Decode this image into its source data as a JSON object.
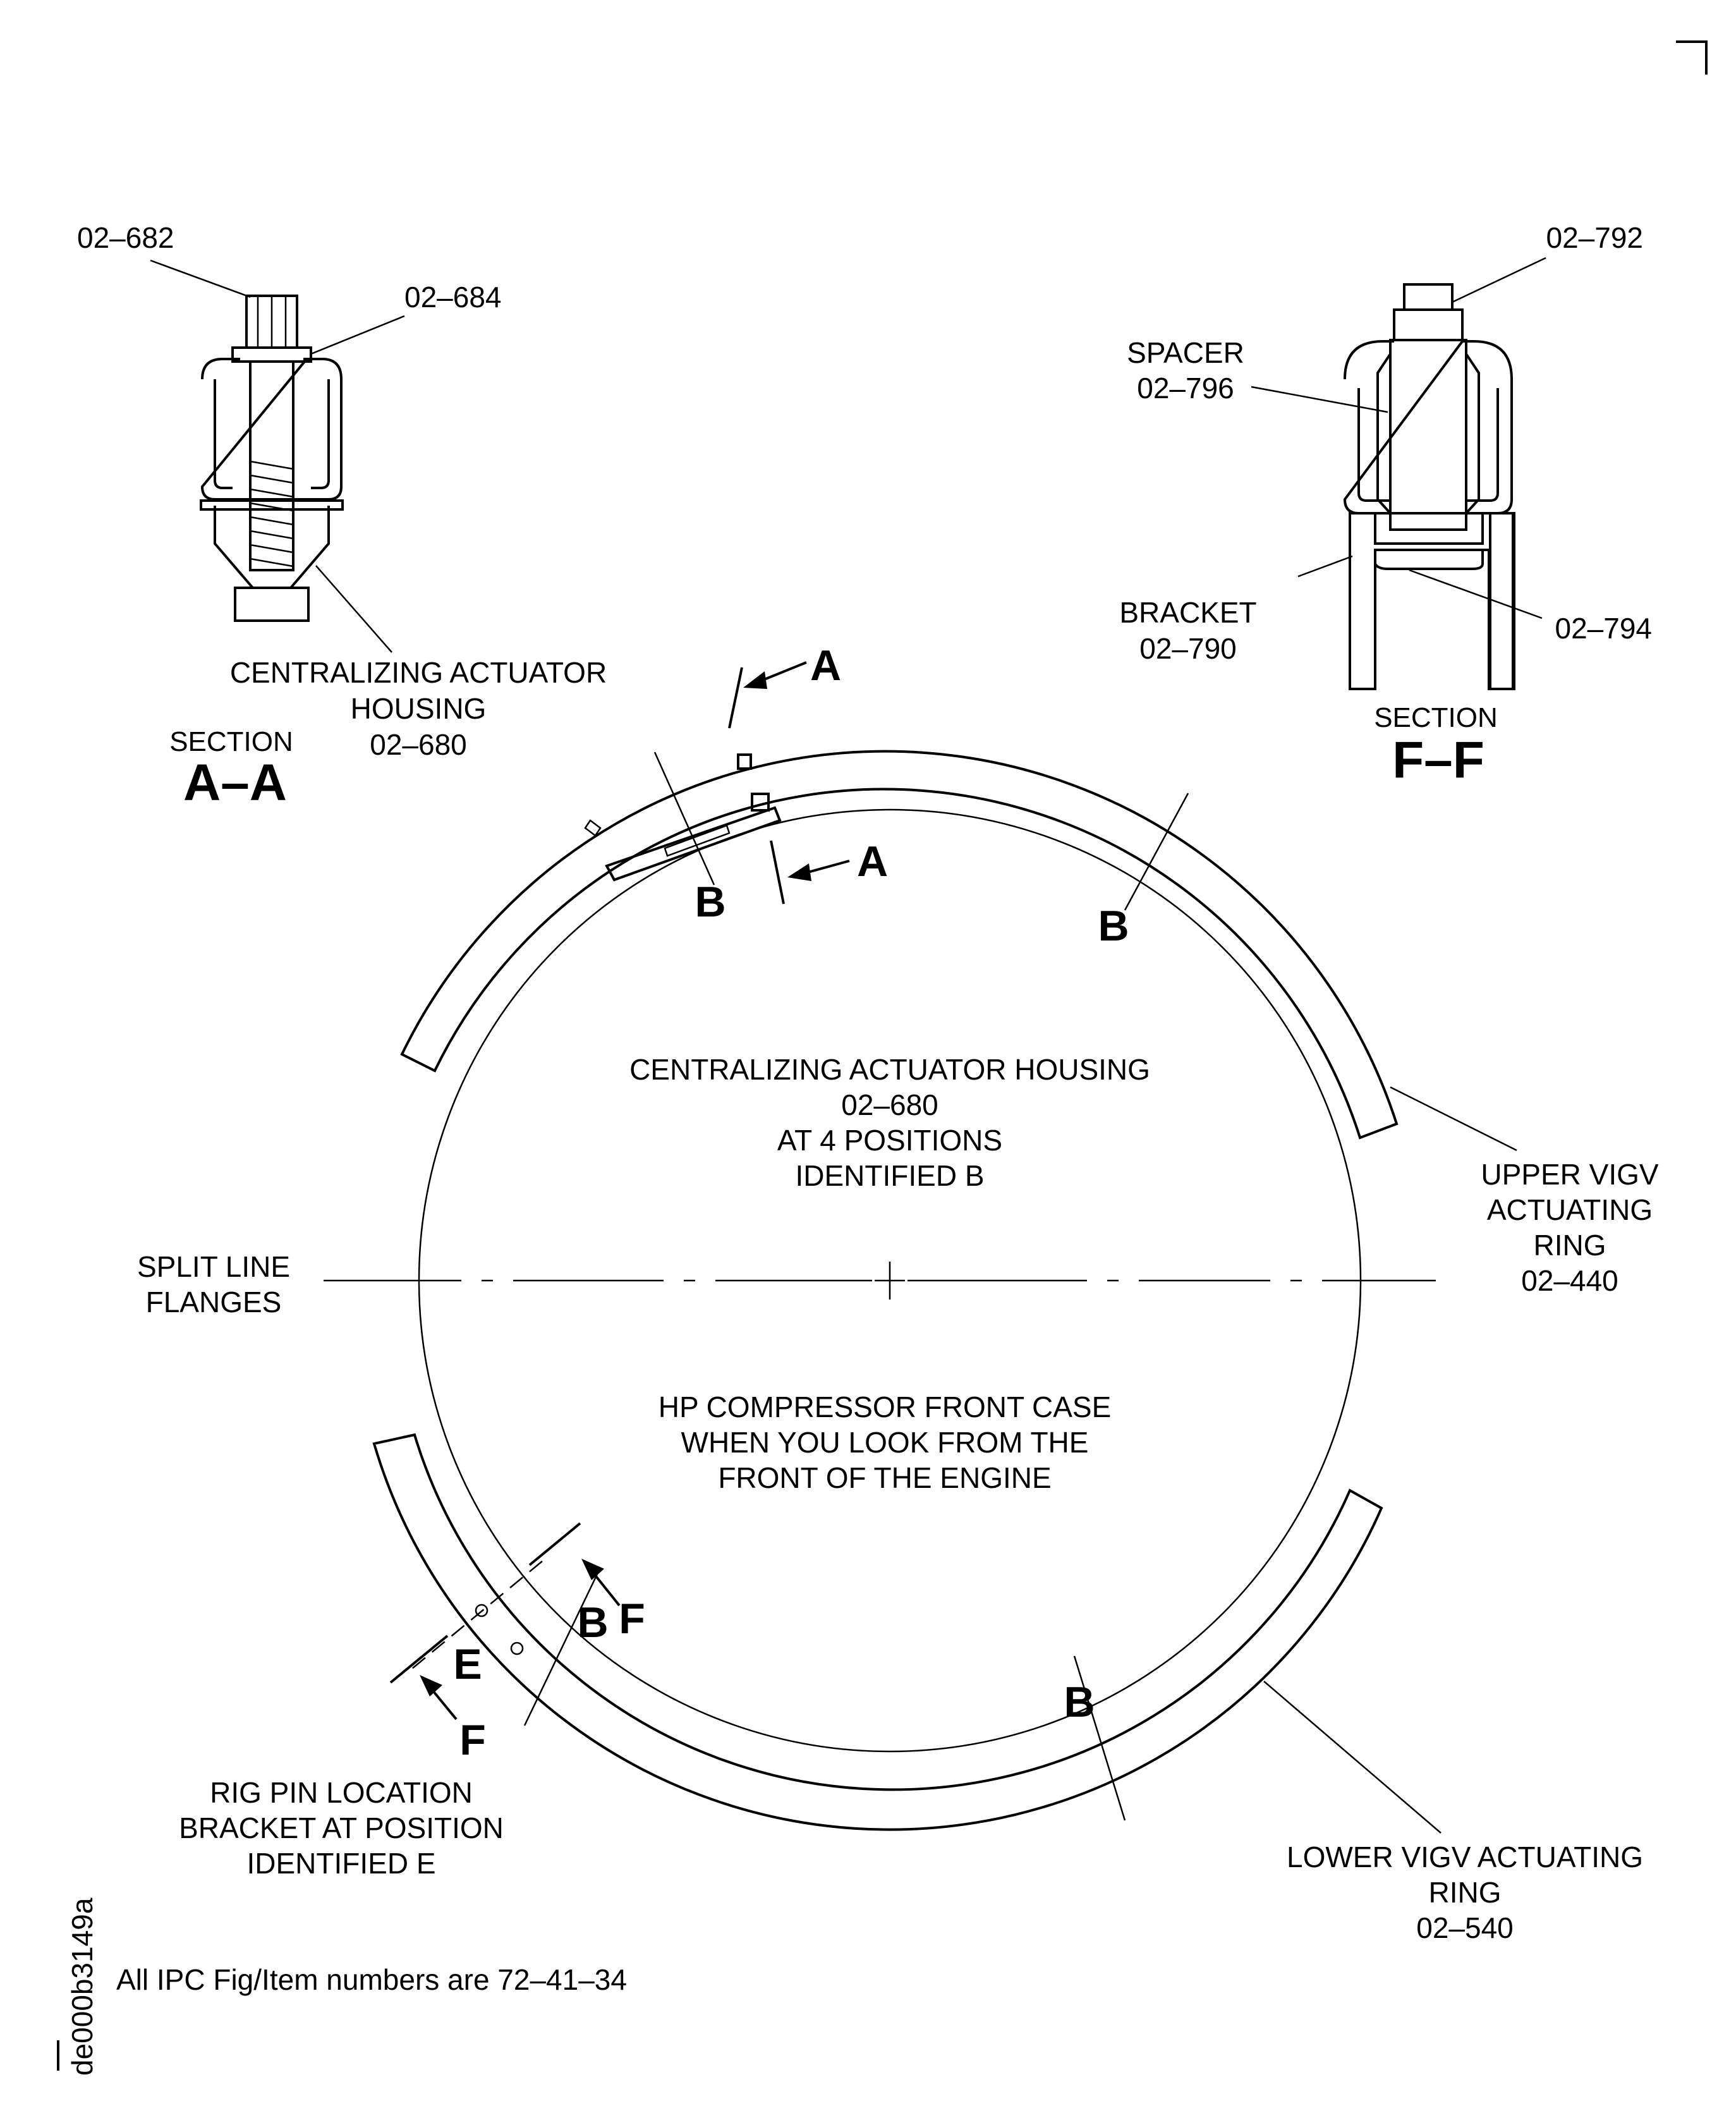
{
  "section_aa": {
    "part_top": "02–682",
    "part_nut": "02–684",
    "housing_l1": "CENTRALIZING ACTUATOR",
    "housing_l2": "HOUSING",
    "housing_l3": "02–680",
    "section_word": "SECTION",
    "section_id": "A–A"
  },
  "section_ff": {
    "part_top": "02–792",
    "spacer_l1": "SPACER",
    "spacer_l2": "02–796",
    "bracket_l1": "BRACKET",
    "bracket_l2": "02–790",
    "part_bottom": "02–794",
    "section_word": "SECTION",
    "section_id": "F–F"
  },
  "main_view": {
    "center_l1": "CENTRALIZING ACTUATOR HOUSING",
    "center_l2": "02–680",
    "center_l3": "AT 4 POSITIONS",
    "center_l4": "IDENTIFIED B",
    "case_l1": "HP COMPRESSOR FRONT CASE",
    "case_l2": "WHEN YOU LOOK FROM THE",
    "case_l3": "FRONT OF THE ENGINE",
    "split_l1": "SPLIT LINE",
    "split_l2": "FLANGES",
    "upper_l1": "UPPER VIGV",
    "upper_l2": "ACTUATING",
    "upper_l3": "RING",
    "upper_l4": "02–440",
    "lower_l1": "LOWER VIGV ACTUATING",
    "lower_l2": "RING",
    "lower_l3": "02–540",
    "rig_l1": "RIG PIN LOCATION",
    "rig_l2": "BRACKET AT POSITION",
    "rig_l3": "IDENTIFIED E",
    "letter_a": "A",
    "letter_b": "B",
    "letter_e": "E",
    "letter_f": "F"
  },
  "footer": {
    "note": "All IPC Fig/Item numbers are 72–41–34",
    "drawing_id": "de000b3149a"
  }
}
